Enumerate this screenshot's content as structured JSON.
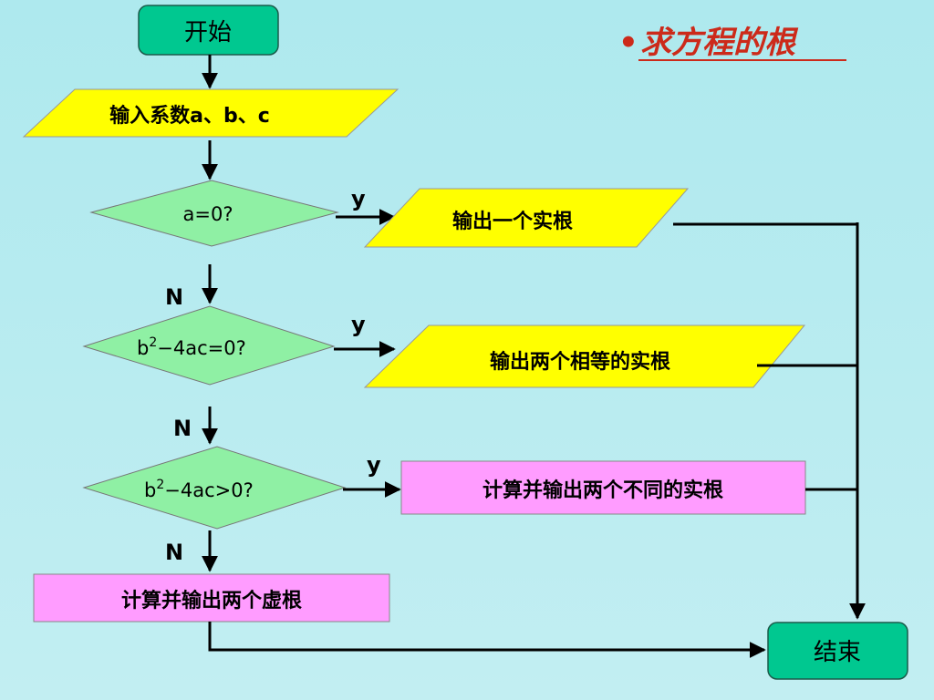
{
  "title": {
    "bullet": "•",
    "text": "求方程的根"
  },
  "nodes": {
    "start": "开始",
    "input": "输入系数a、b、c",
    "cond1": "a=0?",
    "cond2_prefix": "b",
    "cond2_sup": "2",
    "cond2_suffix": "−4ac=0?",
    "cond3_prefix": "b",
    "cond3_sup": "2",
    "cond3_suffix": "−4ac>0?",
    "out1": "输出一个实根",
    "out2": "输出两个相等的实根",
    "out3": "计算并输出两个不同的实根",
    "out4": "计算并输出两个虚根",
    "end": "结束"
  },
  "labels": {
    "yes": "y",
    "no": "N"
  },
  "colors": {
    "terminal": "#00c890",
    "io": "#ffff00",
    "decision": "#8ff0a4",
    "process": "#ff9cff",
    "title": "#cc2a1a"
  }
}
